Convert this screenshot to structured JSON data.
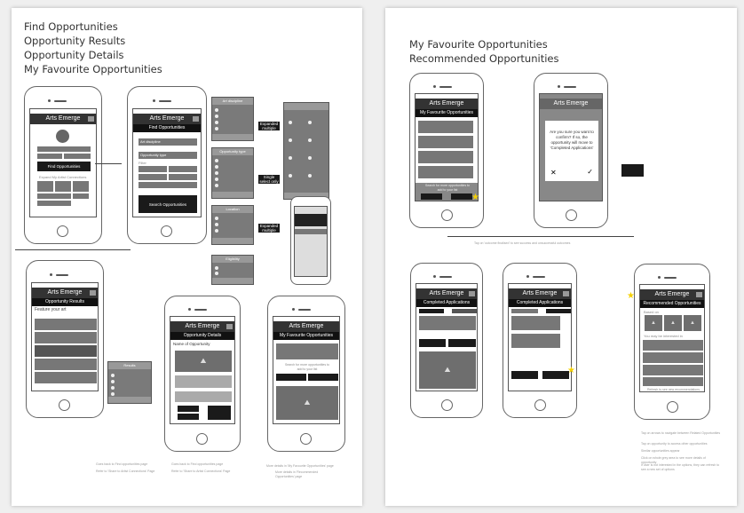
{
  "left_page": {
    "titles": [
      "Find Opportunities",
      "Opportunity Results",
      "Opportunity Details",
      "My Favourite Opportunities"
    ],
    "screens": {
      "home": {
        "app_title": "Arts Emerge",
        "cta": "Find Opportunities",
        "section": "Expand My Artist Connections"
      },
      "find": {
        "app_title": "Arts Emerge",
        "subtitle": "Find Opportunities",
        "field1": "Art discipline",
        "field2": "Opportunity type",
        "filter_label": "Filter",
        "search_button": "Search Opportunities"
      },
      "results": {
        "app_title": "Arts Emerge",
        "subtitle": "Opportunity Results",
        "feature_label": "Feature your art",
        "rows": 5
      },
      "details": {
        "app_title": "Arts Emerge",
        "subtitle": "Opportunity Details",
        "name_label": "Name of Opportunity"
      },
      "favourites": {
        "app_title": "Arts Emerge",
        "subtitle": "My Favourite Opportunities",
        "search_text": "Search for more opportunities to add to your list"
      }
    },
    "panels": [
      "Art discipline",
      "Opportunity type",
      "Location",
      "Eligibility",
      "Results"
    ],
    "buttons": {
      "expanded_1": "Expanded multiple",
      "expanded_2": "Single select only",
      "expanded_3": "Expanded multiple"
    },
    "footnotes": [
      "Goes back to Find opportunities page",
      "Refer to 'Share to Artist Connections' Page",
      "Goes back to Find opportunities page",
      "Refer to 'Share to Artist Connections' Page",
      "More details in 'My Favourite Opportunities' page",
      "More details in 'Recommended Opportunities' page"
    ]
  },
  "right_page": {
    "titles": [
      "My Favourite Opportunities",
      "Recommended Opportunities"
    ],
    "screens": {
      "fav": {
        "app_title": "Arts Emerge",
        "subtitle": "My Favourite Opportunities",
        "search_text": "Search for more opportunities to add to your list"
      },
      "confirm": {
        "app_title": "Arts Emerge",
        "dialog": "Are you sure you want to confirm? If so, the opportunity will move to 'Completed Applications'"
      },
      "completed1": {
        "app_title": "Arts Emerge",
        "subtitle": "Completed Applications"
      },
      "completed2": {
        "app_title": "Arts Emerge",
        "subtitle": "Completed Applications"
      },
      "recommended": {
        "app_title": "Arts Emerge",
        "subtitle": "Recommended Opportunities",
        "based_on": "Based on",
        "interest": "You may be interested in",
        "refresh": "Refresh to see new recommendations"
      }
    },
    "annotation_top": "Tap on 'outcome finalised' to see success and unsuccessful outcomes",
    "legend": [
      "Tap on arrows to navigate between Related Opportunities",
      "Tap on opportunity to access other opportunities",
      "Similar opportunities appear",
      "Click on whole grey area to see more details of opportunity",
      "If user is not interested in the options, they can refresh to see a new set of options"
    ]
  }
}
